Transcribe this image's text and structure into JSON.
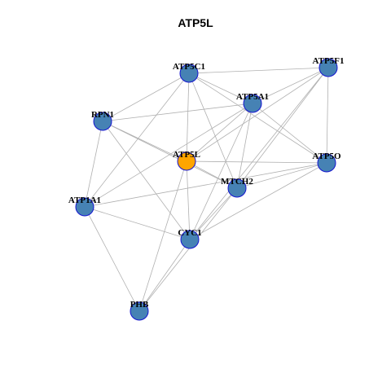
{
  "title": "ATP5L",
  "colors": {
    "node_fill": "#4682B4",
    "node_stroke": "#1515D0",
    "focus_fill": "#FFA500",
    "edge": "#B0B0B0",
    "label": "#000000"
  },
  "nodes": [
    {
      "id": "ATP5C1",
      "label": "ATP5C1",
      "focus": false
    },
    {
      "id": "ATP5F1",
      "label": "ATP5F1",
      "focus": false
    },
    {
      "id": "ATP5A1",
      "label": "ATP5A1",
      "focus": false
    },
    {
      "id": "RPN1",
      "label": "RPN1",
      "focus": false
    },
    {
      "id": "ATP5L",
      "label": "ATP5L",
      "focus": true
    },
    {
      "id": "ATP5O",
      "label": "ATP5O",
      "focus": false
    },
    {
      "id": "MTCH2",
      "label": "MTCH2",
      "focus": false
    },
    {
      "id": "ATP1A1",
      "label": "ATP1A1",
      "focus": false
    },
    {
      "id": "CYC1",
      "label": "CYC1",
      "focus": false
    },
    {
      "id": "PHB",
      "label": "PHB",
      "focus": false
    }
  ],
  "edges": [
    [
      "ATP5C1",
      "ATP5F1"
    ],
    [
      "ATP5C1",
      "ATP5A1"
    ],
    [
      "ATP5C1",
      "ATP5L"
    ],
    [
      "ATP5C1",
      "ATP5O"
    ],
    [
      "ATP5C1",
      "MTCH2"
    ],
    [
      "ATP5C1",
      "ATP1A1"
    ],
    [
      "ATP5C1",
      "RPN1"
    ],
    [
      "ATP5F1",
      "ATP5A1"
    ],
    [
      "ATP5F1",
      "ATP5L"
    ],
    [
      "ATP5F1",
      "ATP5O"
    ],
    [
      "ATP5F1",
      "MTCH2"
    ],
    [
      "ATP5F1",
      "CYC1"
    ],
    [
      "ATP5A1",
      "RPN1"
    ],
    [
      "ATP5A1",
      "ATP5L"
    ],
    [
      "ATP5A1",
      "ATP5O"
    ],
    [
      "ATP5A1",
      "MTCH2"
    ],
    [
      "ATP5A1",
      "ATP1A1"
    ],
    [
      "ATP5A1",
      "CYC1"
    ],
    [
      "RPN1",
      "ATP5L"
    ],
    [
      "RPN1",
      "MTCH2"
    ],
    [
      "RPN1",
      "ATP1A1"
    ],
    [
      "RPN1",
      "CYC1"
    ],
    [
      "ATP5L",
      "ATP5O"
    ],
    [
      "ATP5L",
      "MTCH2"
    ],
    [
      "ATP5L",
      "CYC1"
    ],
    [
      "ATP5L",
      "PHB"
    ],
    [
      "ATP5O",
      "MTCH2"
    ],
    [
      "ATP5O",
      "CYC1"
    ],
    [
      "ATP5O",
      "ATP1A1"
    ],
    [
      "MTCH2",
      "CYC1"
    ],
    [
      "MTCH2",
      "PHB"
    ],
    [
      "ATP1A1",
      "CYC1"
    ],
    [
      "ATP1A1",
      "PHB"
    ],
    [
      "CYC1",
      "PHB"
    ]
  ]
}
